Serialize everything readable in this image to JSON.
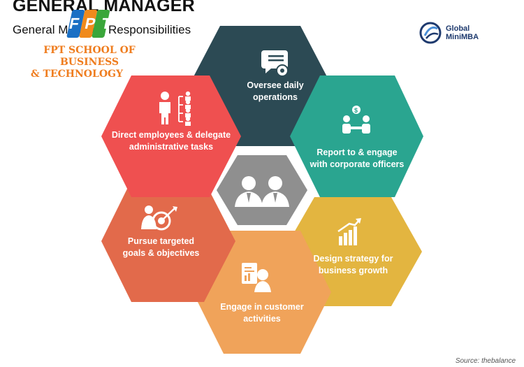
{
  "header": {
    "title": "GENERAL MANAGER",
    "subtitle": "General Manager Responsibilities",
    "fpt_logo_text": "FPT",
    "school_line1": "FPT SCHOOL OF BUSINESS",
    "school_line2": "& TECHNOLOGY",
    "global_minimba": "Global\nMiniMBA"
  },
  "hexagons": [
    {
      "id": "oversee",
      "label": "Oversee daily operations",
      "color": "#2c4a54",
      "icon": "chat-gear-icon"
    },
    {
      "id": "report",
      "label": "Report to & engage with corporate officers",
      "color": "#2aa590",
      "icon": "meeting-dollar-icon"
    },
    {
      "id": "strategy",
      "label": "Design strategy for business growth",
      "color": "#e3b540",
      "icon": "growth-chart-icon"
    },
    {
      "id": "customer",
      "label": "Engage in customer activities",
      "color": "#f0a35a",
      "icon": "customer-report-icon"
    },
    {
      "id": "goals",
      "label": "Pursue targeted goals & objectives",
      "color": "#e26a4b",
      "icon": "target-person-icon"
    },
    {
      "id": "direct",
      "label": "Direct employees & delegate administrative tasks",
      "color": "#ef5050",
      "icon": "org-chart-icon"
    },
    {
      "id": "center",
      "label": "",
      "color": "#8f8f8f",
      "icon": "managers-icon"
    }
  ],
  "colors": {
    "fpt_blue": "#1a6fc4",
    "fpt_orange": "#f08a1c",
    "fpt_green": "#3aa63a",
    "school_orange": "#ef7d1f",
    "gmba_navy": "#1e3a6e"
  },
  "footer": {
    "source": "Source: thebalance"
  }
}
